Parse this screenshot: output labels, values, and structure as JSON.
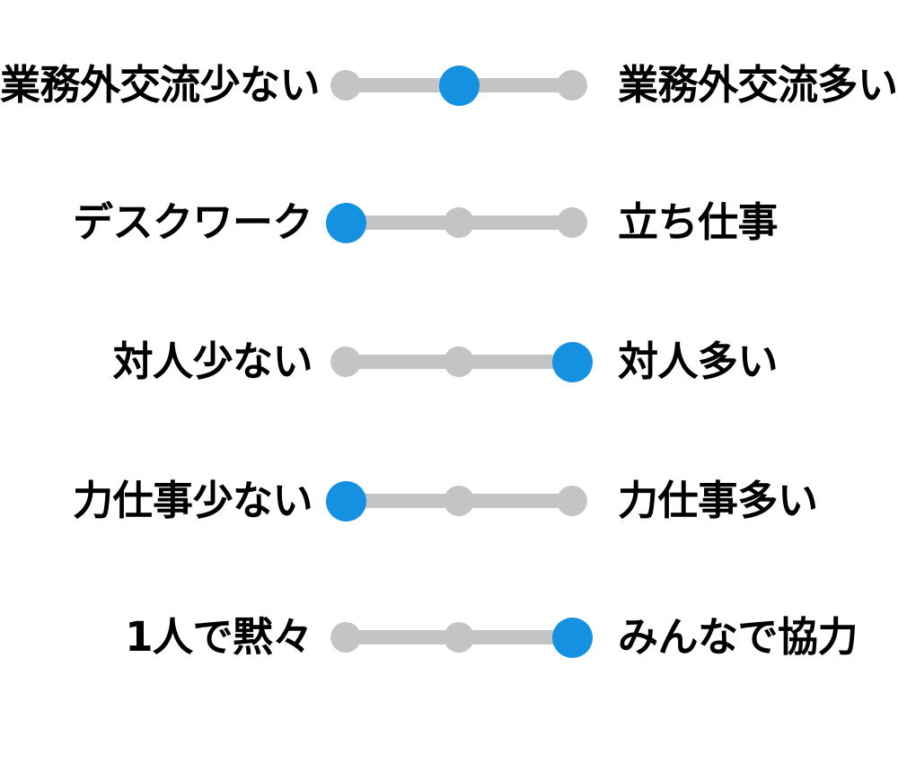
{
  "palette": {
    "background": "#ffffff",
    "text": "#000000",
    "track": "#c4c4c4",
    "dot_inactive": "#c4c4c4",
    "dot_active": "#1491e0"
  },
  "scale": {
    "positions": 3,
    "position_labels": [
      "left",
      "middle",
      "right"
    ]
  },
  "rows": [
    {
      "left_label": "業務外交流少ない",
      "right_label": "業務外交流多い",
      "selected_index": 1
    },
    {
      "left_label": "デスクワーク",
      "right_label": "立ち仕事",
      "selected_index": 0
    },
    {
      "left_label": "対人少ない",
      "right_label": "対人多い",
      "selected_index": 2
    },
    {
      "left_label": "力仕事少ない",
      "right_label": "力仕事多い",
      "selected_index": 0
    },
    {
      "left_label": "1人で黙々",
      "right_label": "みんなで協力",
      "selected_index": 2
    }
  ]
}
